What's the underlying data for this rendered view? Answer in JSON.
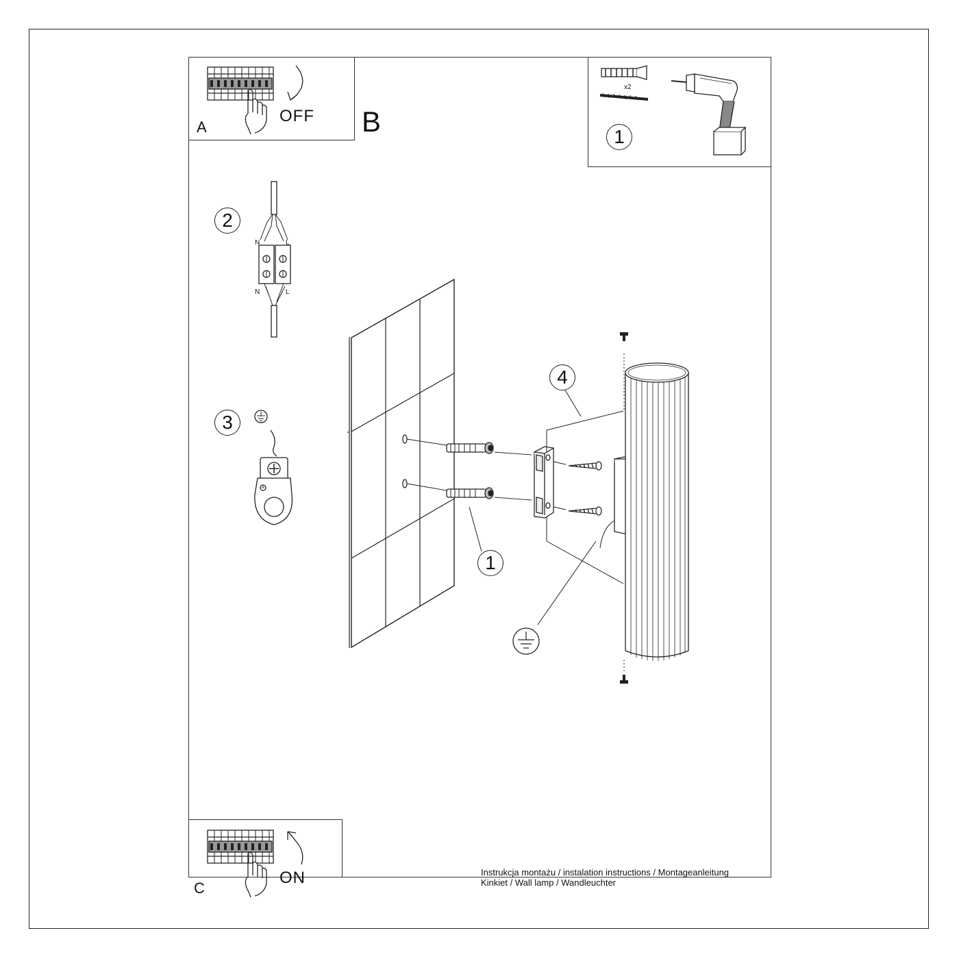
{
  "steps": {
    "a": {
      "letter": "A",
      "label": "OFF"
    },
    "b": {
      "letter": "B"
    },
    "c": {
      "letter": "C",
      "label": "ON"
    }
  },
  "tools": {
    "multiplier": "x2",
    "step_number": "1"
  },
  "step2": {
    "number": "2",
    "terminal_labels": {
      "top_left": "N",
      "top_right": "L",
      "bottom_left": "N",
      "bottom_right": "L"
    }
  },
  "step3": {
    "number": "3"
  },
  "main": {
    "callout_dowels": "1",
    "callout_lamp": "4"
  },
  "footer": {
    "line1": "Instrukcja montażu / instalation instructions / Montageanleitung",
    "line2": "Kinkiet / Wall lamp / Wandleuchter"
  }
}
